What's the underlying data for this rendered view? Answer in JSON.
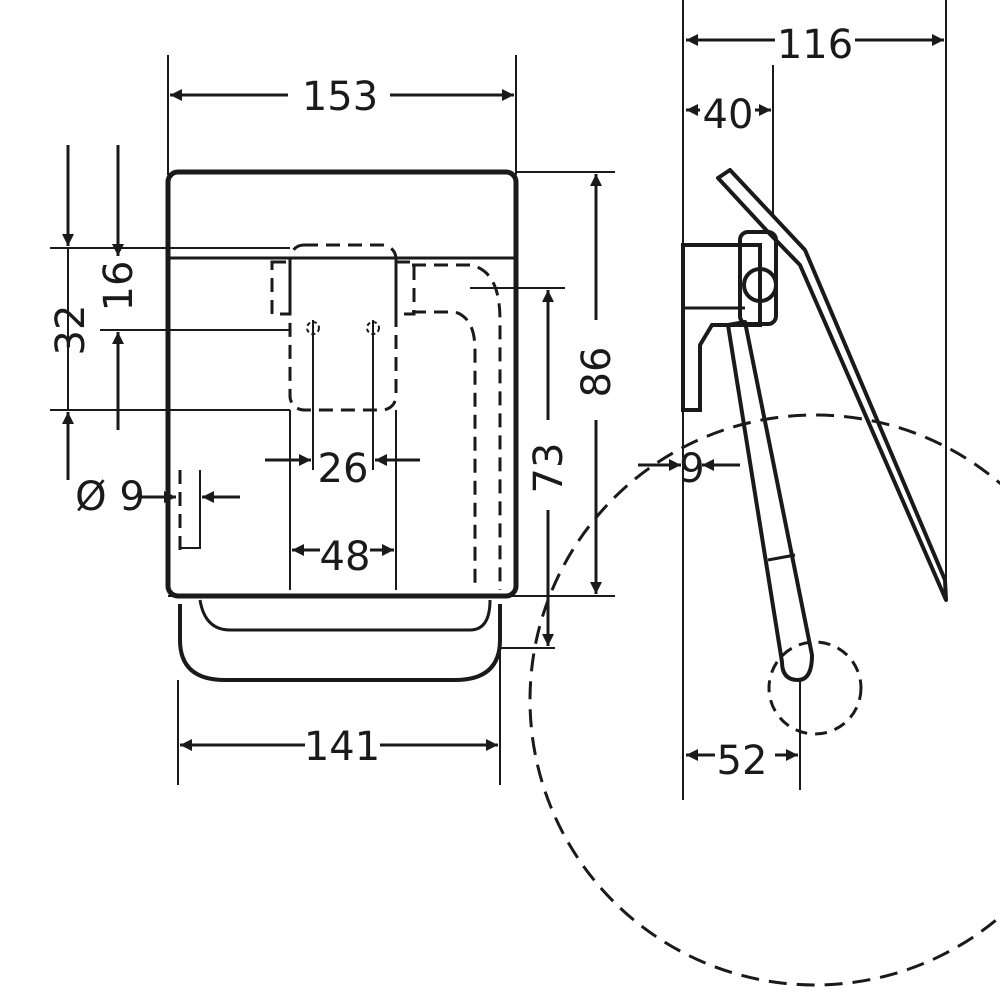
{
  "drawing": {
    "ink_color": "#1a1a1a",
    "background": "#ffffff",
    "front_view": {
      "width_top": "153",
      "width_bottom": "141",
      "height_total": "86",
      "height_bracket": "73",
      "offset_upper": "16",
      "offset_lower": "32",
      "hole_spacing": "26",
      "bracket_width": "48",
      "hole_diameter": "Ø 9"
    },
    "side_view": {
      "depth_total": "116",
      "depth_mount": "40",
      "gap": "9",
      "roll_core": "52"
    }
  }
}
